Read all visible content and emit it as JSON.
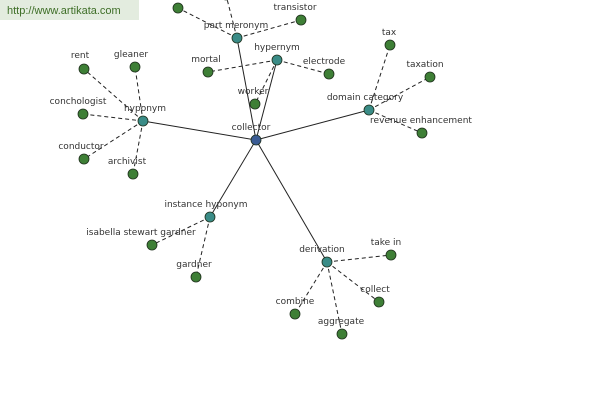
{
  "watermark": "http://www.artikata.com",
  "colors": {
    "center": "#3a5b94",
    "relation": "#3a8c87",
    "leaf": "#3e7f36",
    "node_stroke": "#1e2f1c",
    "edge": "#222222",
    "watermark_bg": "#e3ecdf",
    "watermark_text": "#3e6e27"
  },
  "graph": {
    "center": {
      "label": "collector"
    },
    "relations": [
      {
        "label": "part meronym",
        "leaves": [
          "",
          "",
          "transistor"
        ]
      },
      {
        "label": "hypernym",
        "leaves": [
          "mortal",
          "electrode",
          "worker"
        ]
      },
      {
        "label": "domain category",
        "leaves": [
          "tax",
          "taxation",
          "revenue enhancement"
        ]
      },
      {
        "label": "hyponym",
        "leaves": [
          "rent",
          "gleaner",
          "conchologist",
          "conductor",
          "archivist"
        ]
      },
      {
        "label": "instance hyponym",
        "leaves": [
          "isabella stewart gardner",
          "gardner"
        ]
      },
      {
        "label": "derivation",
        "leaves": [
          "take in",
          "collect",
          "aggregate",
          "combine"
        ]
      }
    ]
  }
}
